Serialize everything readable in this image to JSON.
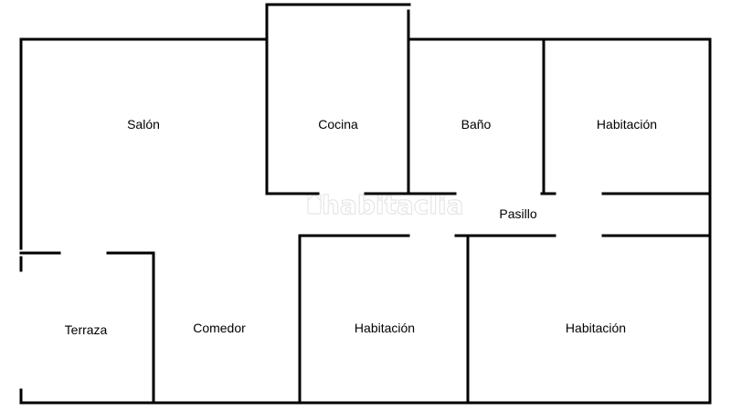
{
  "colors": {
    "wall": "#000000",
    "background": "#ffffff",
    "watermark": "#e4e4e4"
  },
  "rooms": {
    "salon": "Salón",
    "cocina": "Cocina",
    "bano": "Baño",
    "habitacion_top": "Habitación",
    "pasillo": "Pasillo",
    "terraza": "Terraza",
    "comedor": "Comedor",
    "habitacion_middle": "Habitación",
    "habitacion_right": "Habitación"
  },
  "watermark": {
    "text": "habitaclia"
  }
}
